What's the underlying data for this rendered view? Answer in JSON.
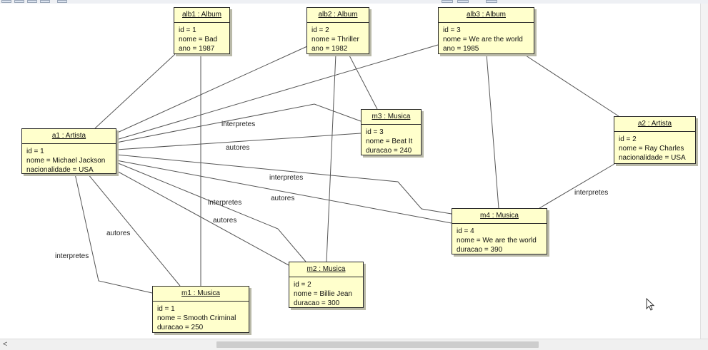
{
  "diagram": {
    "objects": [
      {
        "id": "alb1",
        "title": "alb1 : Album",
        "attrs": [
          "id = 1",
          "nome = Bad",
          "ano = 1987"
        ]
      },
      {
        "id": "alb2",
        "title": "alb2 : Album",
        "attrs": [
          "id = 2",
          "nome = Thriller",
          "ano = 1982"
        ]
      },
      {
        "id": "alb3",
        "title": "alb3 : Album",
        "attrs": [
          "id = 3",
          "nome = We are the world",
          "ano = 1985"
        ]
      },
      {
        "id": "a1",
        "title": "a1 : Artista",
        "attrs": [
          "id = 1",
          "nome = Michael Jackson",
          "nacionalidade = USA"
        ]
      },
      {
        "id": "a2",
        "title": "a2 : Artista",
        "attrs": [
          "id = 2",
          "nome = Ray Charles",
          "nacionalidade = USA"
        ]
      },
      {
        "id": "m3",
        "title": "m3 : Musica",
        "attrs": [
          "id = 3",
          "nome = Beat It",
          "duracao = 240"
        ]
      },
      {
        "id": "m4",
        "title": "m4 : Musica",
        "attrs": [
          "id = 4",
          "nome = We are the world",
          "duracao = 390"
        ]
      },
      {
        "id": "m2",
        "title": "m2 : Musica",
        "attrs": [
          "id = 2",
          "nome = Billie Jean",
          "duracao = 300"
        ]
      },
      {
        "id": "m1",
        "title": "m1 : Musica",
        "attrs": [
          "id = 1",
          "nome = Smooth Criminal",
          "duracao = 250"
        ]
      }
    ],
    "labels": {
      "interpretes_m3": "interpretes",
      "autores_m3": "autores",
      "interpretes_m4": "interpretes",
      "autores_m4": "autores",
      "interpretes_m2": "interpretes",
      "autores_m2": "autores",
      "autores_m1": "autores",
      "interpretes_m1": "interpretes",
      "interpretes_a2_m4": "interpretes"
    }
  },
  "colors": {
    "object_fill": "#ffffcc",
    "object_border": "#2b2b2b",
    "line": "#555555"
  },
  "icons": {
    "scroll_left": "chevron-left-icon",
    "cursor": "mouse-pointer-icon"
  },
  "scrollbar": {
    "left_glyph": "<"
  }
}
